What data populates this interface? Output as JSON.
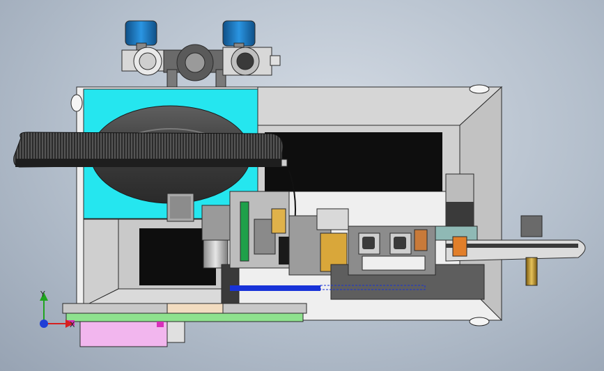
{
  "document": {
    "view_type": "CAD assembly front view",
    "background_color": "#b9c3cf"
  },
  "triad": {
    "x_label": "X",
    "y_label": "Y",
    "x_color": "#d62020",
    "y_color": "#1fa51f",
    "z_color": "#1f3fd6"
  },
  "colors": {
    "accent_cyan": "#25e6ef",
    "valve_cap_blue": "#1b7ec9",
    "highlight_blue": "#1732d8",
    "panel_gray": "#c8c8c8",
    "frame_white": "#efefef",
    "dark_cavity": "#0e0e0e",
    "pink_base": "#f2b6ee",
    "green_plate": "#8ee28e",
    "beige_rail": "#f2dcc0",
    "amber_block": "#d9a73a"
  }
}
